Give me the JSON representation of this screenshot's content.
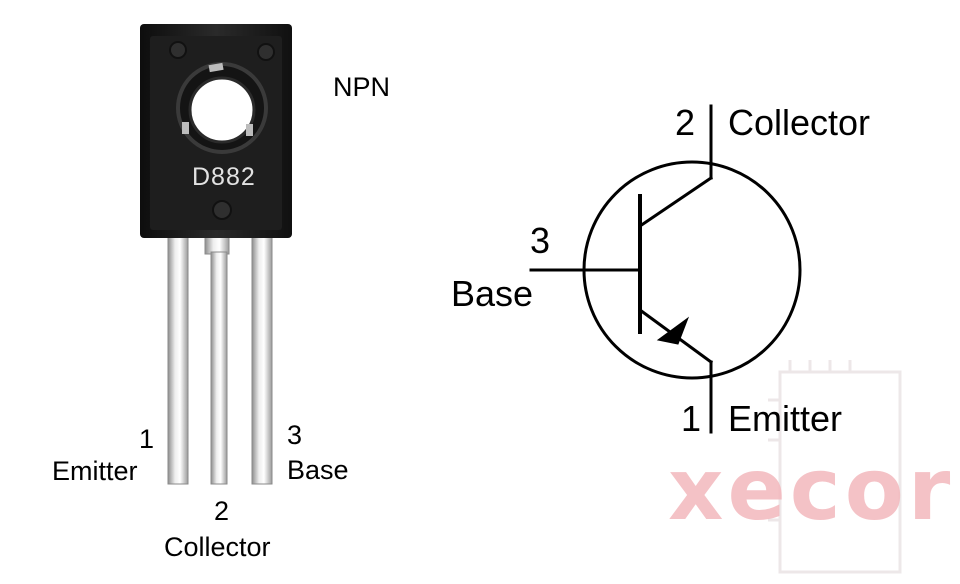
{
  "package": {
    "marking": "D882",
    "type_label": "NPN",
    "pins": [
      {
        "number": "1",
        "name": "Emitter"
      },
      {
        "number": "2",
        "name": "Collector"
      },
      {
        "number": "3",
        "name": "Base"
      }
    ]
  },
  "symbol": {
    "collector": {
      "number": "2",
      "name": "Collector"
    },
    "base": {
      "number": "3",
      "name": "Base"
    },
    "emitter": {
      "number": "1",
      "name": "Emitter"
    }
  },
  "watermark": {
    "text": "xecor",
    "color": "#f3b8bd"
  },
  "colors": {
    "body": "#1b1b1b",
    "lead": "#c9c9c9",
    "ink": "#000000"
  }
}
